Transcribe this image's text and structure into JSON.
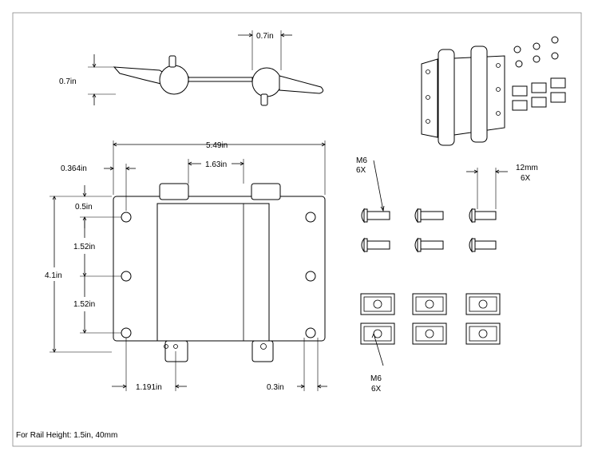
{
  "dimensions": {
    "top_width": "0.7in",
    "top_height": "0.7in",
    "overall_width": "5.49in",
    "edge_offset": "0.364in",
    "barrel_spacing": "1.63in",
    "top_hole_offset": "0.5in",
    "hole_spacing_1": "1.52in",
    "hole_spacing_2": "1.52in",
    "overall_height": "4.1in",
    "bottom_left": "1.191in",
    "bottom_right": "0.3in"
  },
  "hardware": {
    "screw_label_1": "M6",
    "screw_label_2": "6X",
    "length_label_1": "12mm",
    "length_label_2": "6X",
    "nut_label_1": "M6",
    "nut_label_2": "6X"
  },
  "footer": {
    "rail_height": "For Rail Height: 1.5in, 40mm"
  }
}
